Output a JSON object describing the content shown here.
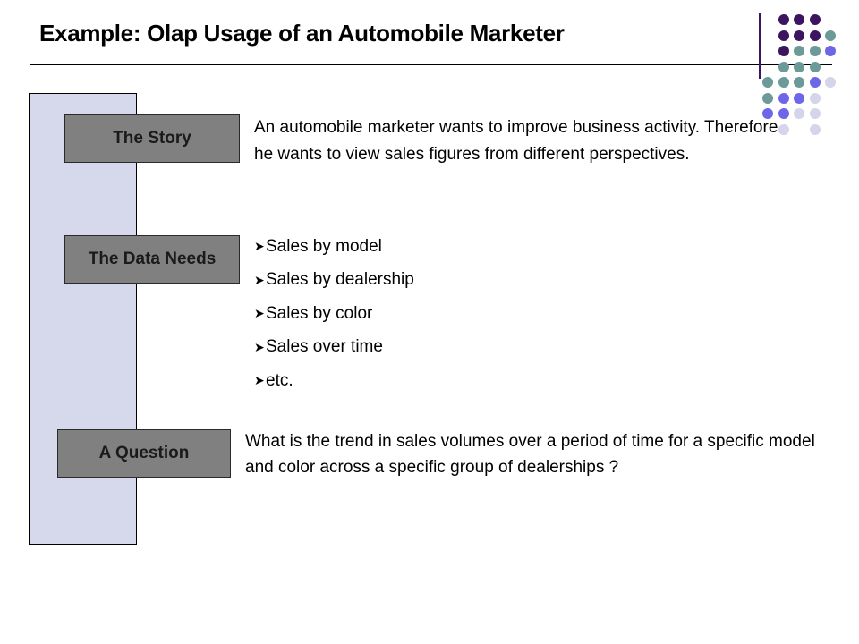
{
  "title": "Example: Olap Usage of an Automobile Marketer",
  "sections": {
    "story": {
      "label": "The Story",
      "text": "An automobile marketer wants to improve business activity. Therefore he wants to view sales figures from different perspectives."
    },
    "data_needs": {
      "label": "The Data Needs",
      "items": [
        "Sales by model",
        "Sales by dealership",
        "Sales by color",
        "Sales over time",
        "etc."
      ]
    },
    "question": {
      "label": "A Question",
      "text": "What is the trend in sales volumes over a period of time for a specific model and color across a specific group of dealerships ?"
    }
  },
  "decoration": {
    "icon": "dot-grid-decoration",
    "colors": {
      "dark_purple": "#3d1460",
      "teal": "#6b9a98",
      "periwinkle": "#6e66e8",
      "lavender": "#d4d4ea"
    }
  },
  "colors": {
    "sidebar_fill": "#d6d8ec",
    "label_box_fill": "#808080"
  }
}
